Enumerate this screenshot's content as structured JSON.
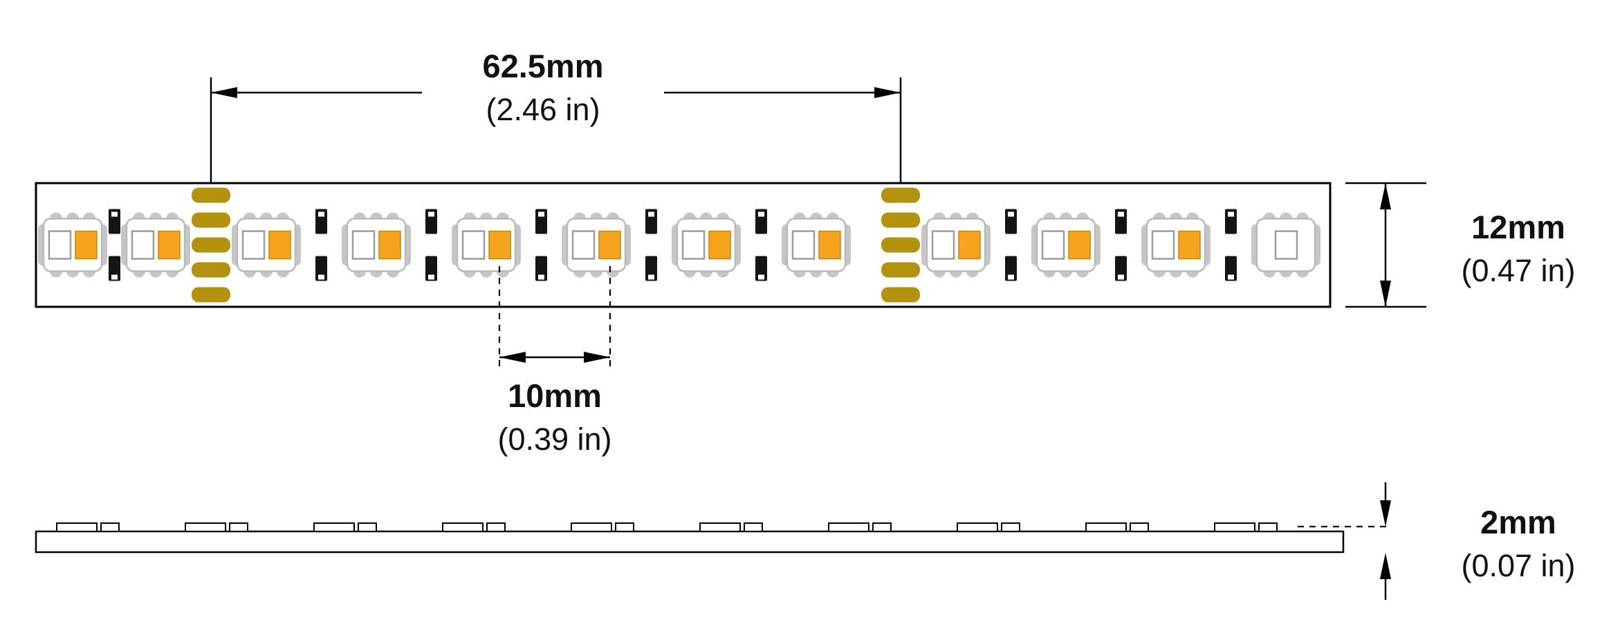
{
  "diagram": {
    "type": "technical-dimension-drawing",
    "subject": "LED strip light top view and side view with dimensions",
    "dimensions": {
      "cut_interval": {
        "metric": "62.5mm",
        "imperial": "(2.46 in)"
      },
      "strip_width": {
        "metric": "12mm",
        "imperial": "(0.47 in)"
      },
      "led_pitch": {
        "metric": "10mm",
        "imperial": "(0.39 in)"
      },
      "strip_thickness": {
        "metric": "2mm",
        "imperial": "(0.07 in)"
      }
    },
    "counts": {
      "led_modules_top_view": 12,
      "cut_points": 2,
      "solder_pads_per_cut_point": 5,
      "component_groups_side_view": 10
    },
    "colors": {
      "led_chip": "#F6A41D",
      "led_chip_border": "#C8870A",
      "solder_pad": "#B3920D",
      "component_black": "#141414",
      "package_gray": "#C6C6C6",
      "outline": "#000000"
    }
  }
}
